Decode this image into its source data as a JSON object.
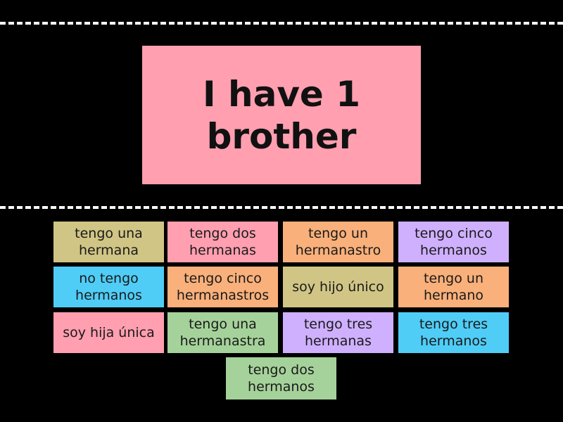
{
  "prompt": {
    "text": "I have 1 brother",
    "color": "#ff9fb0"
  },
  "tiles": [
    {
      "label": "tengo una hermana",
      "color": "#d0c585"
    },
    {
      "label": "tengo dos hermanas",
      "color": "#ff9fb0"
    },
    {
      "label": "tengo un hermanastro",
      "color": "#f9b07a"
    },
    {
      "label": "tengo cinco hermanos",
      "color": "#cfb0ff"
    },
    {
      "label": "no tengo hermanos",
      "color": "#4fcdf7"
    },
    {
      "label": "tengo cinco hermanastros",
      "color": "#f9b07a"
    },
    {
      "label": "soy hijo único",
      "color": "#d0c585"
    },
    {
      "label": "tengo un hermano",
      "color": "#f9b07a"
    },
    {
      "label": "soy hija única",
      "color": "#ff9fb0"
    },
    {
      "label": "tengo una hermanastra",
      "color": "#a5d29a"
    },
    {
      "label": "tengo tres hermanas",
      "color": "#cfb0ff"
    },
    {
      "label": "tengo tres hermanos",
      "color": "#4fcdf7"
    },
    {
      "label": "tengo dos hermanos",
      "color": "#a5d29a"
    }
  ]
}
